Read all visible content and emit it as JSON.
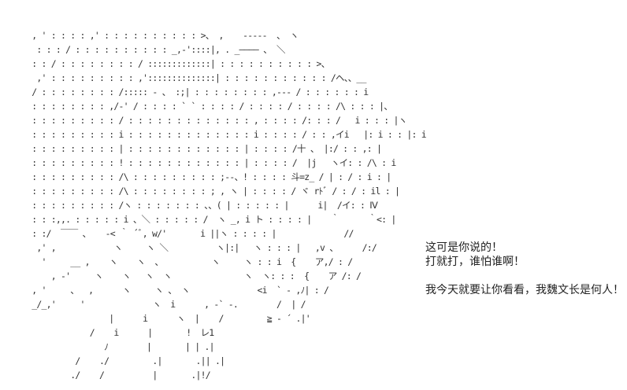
{
  "art_lines": [
    "  , ' : : : : ,' : : : : : : : : : : >、 ,    -----  、 ヽ",
    "   : : : / : : : : : : : : : : _,-'::::|, . _―――― 、 ＼",
    "  : : / : : : : : : : : / :::::::::::::| : : : : : : : : : : >、",
    "   ,' : : : : : : : : : ,'::::::::::::::| : : : : : : : : : : : /ヘ、、__",
    "  / : : : : : : : : /::::: ‐ 、 :;| : : : : : : : : ,--‐ / : : : : : : i",
    "  : : : : : : : : ,/‐' / : : : : ` ` : : : : / : : : : / : : : : /\\ : : : |、",
    "  : : : : : : : : : / : : : : : : : : : : : : : , : : : : /: : : /   i : : : |ヽ",
    "  : : : : : : : : : i : : : : : : : : : : : : : i : : : : / : : ,イi   |: i : : |: i",
    "  : : : : : : : : : | : : : : : : : : : : : : | : : : : /十 、 |:/ : : ,: |",
    "  : : : : : : : : : ! : : : : : : : : : : : : | : : : : /  |j   ヽイ: : /\\ : i",
    "  : : : : : : : : : /\\ : : : : : : : : : ;--、! : : : : 斗=z_ / | : / : i : |",
    "  : : : : : : : : : /\\ : : : : : : : : ; , ヽ | : : : : / ヾ rﾄﾞ / : / : il : |",
    "  : : : : : : : : : /ヽ : : : : : : : 、、( | : : : : : |      i|  /イ: : Ⅳ",
    "  : : :,,. : : : : : i 、＼ : : : : : /  ヽ _, i ト : : : : |    ｀      ｀<: |",
    "  : :/  ￣￣ 、   -< ｀ ´ﾞ, w/'       i ||ヽ : : : : |              //",
    "   ,' ,            ヽ     ヽ ＼          ヽ|:|   ヽ : : : |   ,v 、     /:/",
    "    '     __ ,    ヽ    ヽ  、          ヽ     ヽ : : i  {    ア,/ : /",
    "      , ‐'     ヽ    ヽ   ヽ  ヽ               ヽ  ヽ: : :  {    ア /: /",
    "  , '     、  ,      ヽ     ヽ 、 ヽ              <i  ` ‐ ,ﾉ| : /",
    "  _/_,'     '              ヽ  i      , ‐` ‐.        /  | /",
    "                  |      i      ヽ  |    /         ≧ - ´ .|'",
    "              /    i      |       !  レ1",
    "                 ﾉ        |       | | .|",
    "           /    ./         .|       .|| .|",
    "          ./    /          |       .|!/"
  ],
  "dialogue": [
    "这可是你说的！",
    "打就打，谁怕谁啊！",
    "我今天就要让你看看，我魏文长是何人！"
  ]
}
